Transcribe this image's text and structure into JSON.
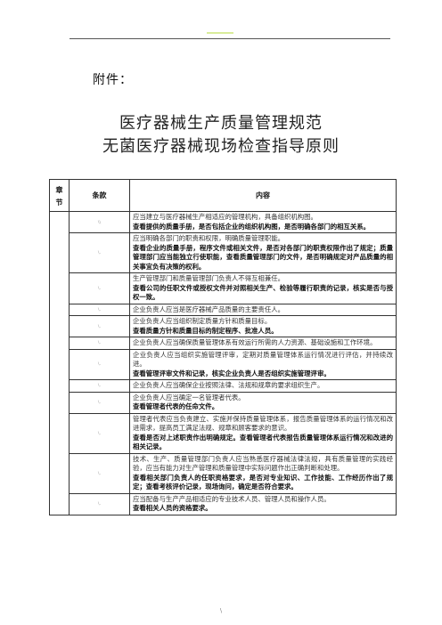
{
  "header": {
    "attachment_label": "附件："
  },
  "titles": {
    "line1": "医疗器械生产质量管理规范",
    "line2": "无菌医疗器械现场检查指导原则"
  },
  "table": {
    "headers": {
      "chapter": "章节",
      "clause": "条款",
      "content": "内容"
    },
    "rows": [
      {
        "no": "\\\\",
        "text": "应当建立与医疗器械生产相适应的管理机构，具备组织机构图。",
        "check": "查看提供的质量手册，是否包括企业的组织机构图，是否明确各部门的相互关系。"
      },
      {
        "no": "\\.",
        "text": "应当明确各部门的职责和权限，明确质量管理职能。",
        "check": "查看企业的质量手册，程序文件或相关文件，是否对各部门的职责权限作出了规定；质量管理部门应当能独立行使职能，查看质量管理部门的文件，是否明确规定对产品质量的相关事宜负有决策的权利。"
      },
      {
        "no": "\\.",
        "text": "生产管理部门和质量管理部门负责人不得互相兼任。",
        "check": "查看公司的任职文件或授权文件并对照相关生产、检验等履行职责的记录，核实是否与授权一致。"
      },
      {
        "no": "\\.",
        "text": "企业负责人应当是医疗器械产品质量的主要责任人。",
        "check": ""
      },
      {
        "no": "\\.",
        "text": "企业负责人应当组织制定质量方针和质量目标。",
        "check": "查看质量方针和质量目标的制定程序、批准人员。"
      },
      {
        "no": "\\.",
        "text": "企业负责人应当确保质量管理体系有效运行所需的人力资源、基础设施和工作环境。",
        "check": ""
      },
      {
        "no": "\\.",
        "text": "企业负责人应当组织实施管理评审，定期对质量管理体系运行情况进行评估，并持续改进。",
        "check": "查看管理评审文件和记录，核实企业负责人是否组织实施管理评审。"
      },
      {
        "no": "\\.",
        "text": "企业负责人应当确保企业按照法律、法规和规章的要求组织生产。",
        "check": ""
      },
      {
        "no": "\\.",
        "text": "企业负责人应当确定一名管理者代表。",
        "check": "查看管理者代表的任命文件。"
      },
      {
        "no": "\\.",
        "text": "管理者代表应当负责建立、实施并保持质量管理体系，报告质量管理体系的运行情况和改进需求，提高员工满足法规、规章和顾客要求的意识。",
        "check": "查看是否对上述职责作出明确规定。查看管理者代表报告质量管理体系运行情况和改进的相关记录。"
      },
      {
        "no": "\\.",
        "text": "技术、生产、质量管理部门负责人应当熟悉医疗器械法律法规，具有质量管理的实践经验，应当有能力对生产管理和质量管理中实际问题作出正确判断和处理。",
        "check": "查看相关部门负责人的任职资格要求，是否对专业知识、工作技能、工作经历作出了规定；查看考核评价记录，现场询问，确定是否符合要求。"
      },
      {
        "no": "\\.",
        "text": "应当配备与生产产品相适应的专业技术人员、管理人员和操作人员。",
        "check": "查看相关人员的资格要求。"
      }
    ]
  },
  "footer": {
    "page": "\\"
  }
}
